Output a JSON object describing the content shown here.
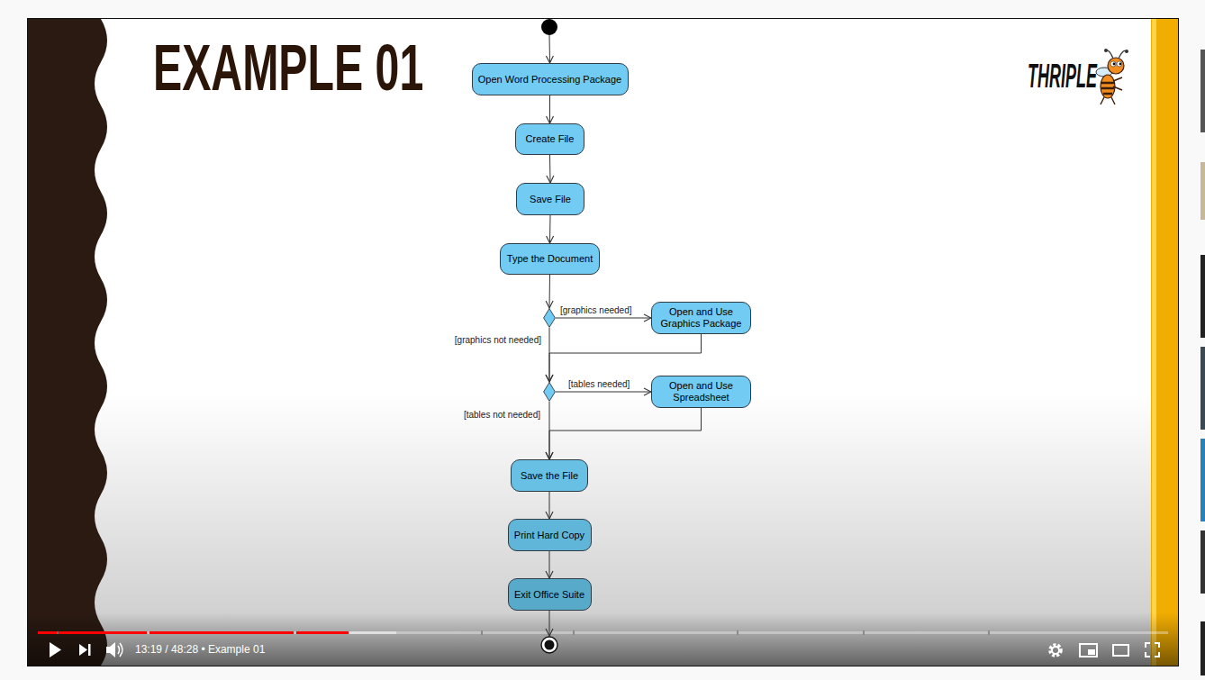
{
  "diagram": {
    "title": "EXAMPLE 01",
    "nodes": [
      {
        "text": []
      },
      {
        "text": [
          "Open Word Processing Package"
        ]
      },
      {
        "text": [
          "Create File"
        ]
      },
      {
        "text": [
          "Save File"
        ]
      },
      {
        "text": [
          "Type the Document"
        ]
      },
      {
        "text": []
      },
      {
        "text": [
          "Open and Use Graphics Package"
        ]
      },
      {
        "text": []
      },
      {
        "text": [
          "Open and Use Spreadsheet"
        ]
      },
      {
        "text": [
          "Save the File"
        ]
      },
      {
        "text": [
          "Print Hard Copy"
        ]
      },
      {
        "text": [
          "Exit Office Suite"
        ]
      },
      {
        "text": []
      }
    ],
    "edges": [
      {
        "from": 0,
        "to": 1,
        "arrow": "to"
      },
      {
        "from": 1,
        "to": 2,
        "arrow": "to"
      },
      {
        "from": 2,
        "to": 3,
        "arrow": "to"
      },
      {
        "from": 3,
        "to": 4,
        "arrow": "to"
      },
      {
        "from": 4,
        "to": 5,
        "arrow": "to"
      },
      {
        "from": 5,
        "to": 6,
        "label": "[graphics needed]",
        "arrow": "to"
      },
      {
        "from": 5,
        "to": 7,
        "label": "[graphics not needed]",
        "arrow": "to"
      },
      {
        "from": 6,
        "to": 7,
        "arrow": "to"
      },
      {
        "from": 7,
        "to": 8,
        "label": "[tables needed]",
        "arrow": "to"
      },
      {
        "from": 7,
        "to": 9,
        "label": "[tables not needed]",
        "arrow": "to"
      },
      {
        "from": 8,
        "to": 9,
        "arrow": "to"
      },
      {
        "from": 9,
        "to": 10,
        "arrow": "to"
      },
      {
        "from": 10,
        "to": 11,
        "arrow": "to"
      },
      {
        "from": 11,
        "to": 12,
        "arrow": "to"
      }
    ],
    "labels": [
      "THRIPLE",
      "13:19 / 48:28 • Example 01"
    ]
  }
}
